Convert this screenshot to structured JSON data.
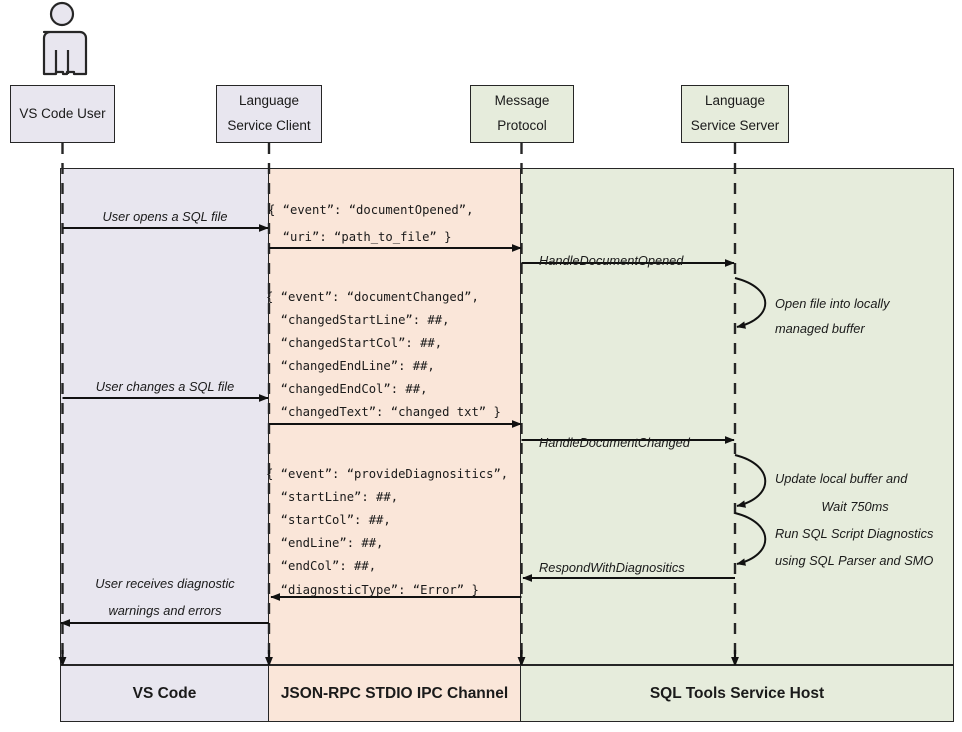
{
  "diagram": {
    "title": "SQL Tools Service language service sequence",
    "colors": {
      "lavender": "#e8e6ef",
      "peach": "#fae6d9",
      "green": "#e6ecdc",
      "stroke": "#262626"
    }
  },
  "actor": {
    "label": "VS Code User"
  },
  "participants": [
    {
      "id": "vscode-user",
      "line1": "VS Code User",
      "line2": "",
      "tone": "lav"
    },
    {
      "id": "lang-client",
      "line1": "Language",
      "line2": "Service Client",
      "tone": "lav"
    },
    {
      "id": "msg-protocol",
      "line1": "Message",
      "line2": "Protocol",
      "tone": "grn"
    },
    {
      "id": "lang-server",
      "line1": "Language",
      "line2": "Service Server",
      "tone": "grn"
    }
  ],
  "zones": [
    {
      "id": "vs-code-zone",
      "tone": "lav"
    },
    {
      "id": "ipc-zone",
      "tone": "peach"
    },
    {
      "id": "service-zone",
      "tone": "grn"
    }
  ],
  "user_messages": [
    {
      "id": "user-opens-sql-file",
      "text": "User opens a SQL file"
    },
    {
      "id": "user-changes-sql-file",
      "text": "User changes a SQL file"
    },
    {
      "id": "user-receives-diagnostics-line1",
      "text": "User receives diagnostic"
    },
    {
      "id": "user-receives-diagnostics-line2",
      "text": "warnings and errors"
    }
  ],
  "payloads": [
    {
      "id": "document-opened-payload",
      "lines": [
        "{ “event”: “documentOpened”,",
        "  “uri”: “path_to_file” }"
      ]
    },
    {
      "id": "document-changed-payload",
      "lines": [
        "{ “event”: “documentChanged”,",
        "  “changedStartLine”: ##,",
        "  “changedStartCol”: ##,",
        "  “changedEndLine”: ##,",
        "  “changedEndCol”: ##,",
        "  “changedText”: “changed txt” }"
      ]
    },
    {
      "id": "provide-diagnostics-payload",
      "lines": [
        "{ “event”: “provideDiagnositics”,",
        "  “startLine”: ##,",
        "  “startCol”: ##,",
        "  “endLine”: ##,",
        "  “endCol”: ##,",
        "  “diagnosticType”: “Error” }"
      ]
    }
  ],
  "protocol_messages": [
    {
      "id": "handle-document-opened",
      "text": "HandleDocumentOpened"
    },
    {
      "id": "handle-document-changed",
      "text": "HandleDocumentChanged"
    },
    {
      "id": "respond-with-diagnostics",
      "text": "RespondWithDiagnositics"
    }
  ],
  "server_activities": [
    {
      "id": "open-file-buffer-line1",
      "text": "Open file into locally"
    },
    {
      "id": "open-file-buffer-line2",
      "text": "managed buffer"
    },
    {
      "id": "update-buffer-line1",
      "text": "Update local buffer and"
    },
    {
      "id": "update-buffer-line2",
      "text": "Wait 750ms"
    },
    {
      "id": "run-diagnostics-line1",
      "text": "Run SQL Script Diagnostics"
    },
    {
      "id": "run-diagnostics-line2",
      "text": "using SQL Parser and SMO"
    }
  ],
  "footer": [
    {
      "id": "footer-vs-code",
      "text": "VS Code",
      "tone": "lav"
    },
    {
      "id": "footer-ipc-channel",
      "text": "JSON-RPC STDIO IPC Channel",
      "tone": "peach"
    },
    {
      "id": "footer-service-host",
      "text": "SQL Tools Service Host",
      "tone": "grn"
    }
  ]
}
